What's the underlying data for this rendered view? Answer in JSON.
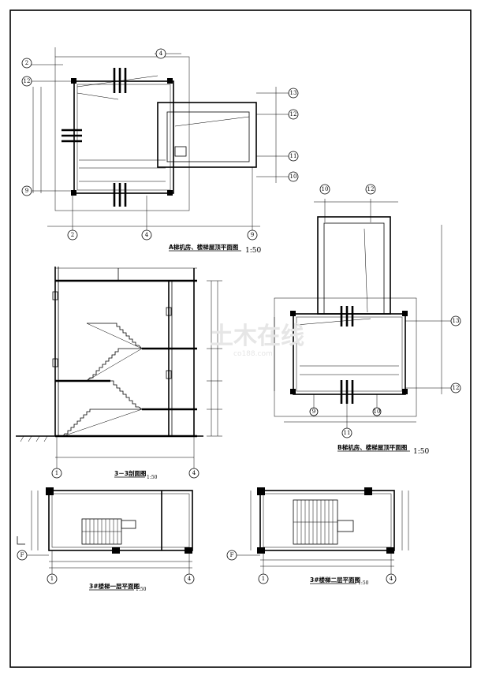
{
  "drawings": {
    "roof_plan_a": {
      "title": "A梯机房、楼梯屋顶平面图",
      "scale": "1:50",
      "axes_bottom": [
        "2",
        "4",
        "9"
      ],
      "axes_left": [
        "12",
        "9"
      ],
      "axes_right": [
        "13",
        "12",
        "11",
        "10"
      ],
      "axes_top": [
        "2",
        "4"
      ]
    },
    "roof_plan_b": {
      "title": "B梯机房、楼梯屋顶平面图",
      "scale": "1:50",
      "axes_top": [
        "10",
        "12"
      ],
      "axes_right": [
        "13",
        "12"
      ],
      "axes_bottom": [
        "9",
        "11",
        "10"
      ]
    },
    "section_33": {
      "title": "3－3剖面图",
      "scale": "1:50",
      "axes_bottom": [
        "1",
        "4"
      ]
    },
    "stair_floor_1": {
      "title": "3#楼梯一层平面图",
      "scale": "1:50",
      "axes_bottom": [
        "1",
        "4"
      ],
      "axes_left": [
        "F"
      ]
    },
    "stair_floor_2": {
      "title": "3#楼梯二层平面图",
      "scale": "1:50",
      "axes_bottom": [
        "1",
        "4"
      ],
      "axes_left": [
        "F"
      ]
    }
  },
  "watermark": {
    "main": "土木在线",
    "sub": "co188.com"
  }
}
